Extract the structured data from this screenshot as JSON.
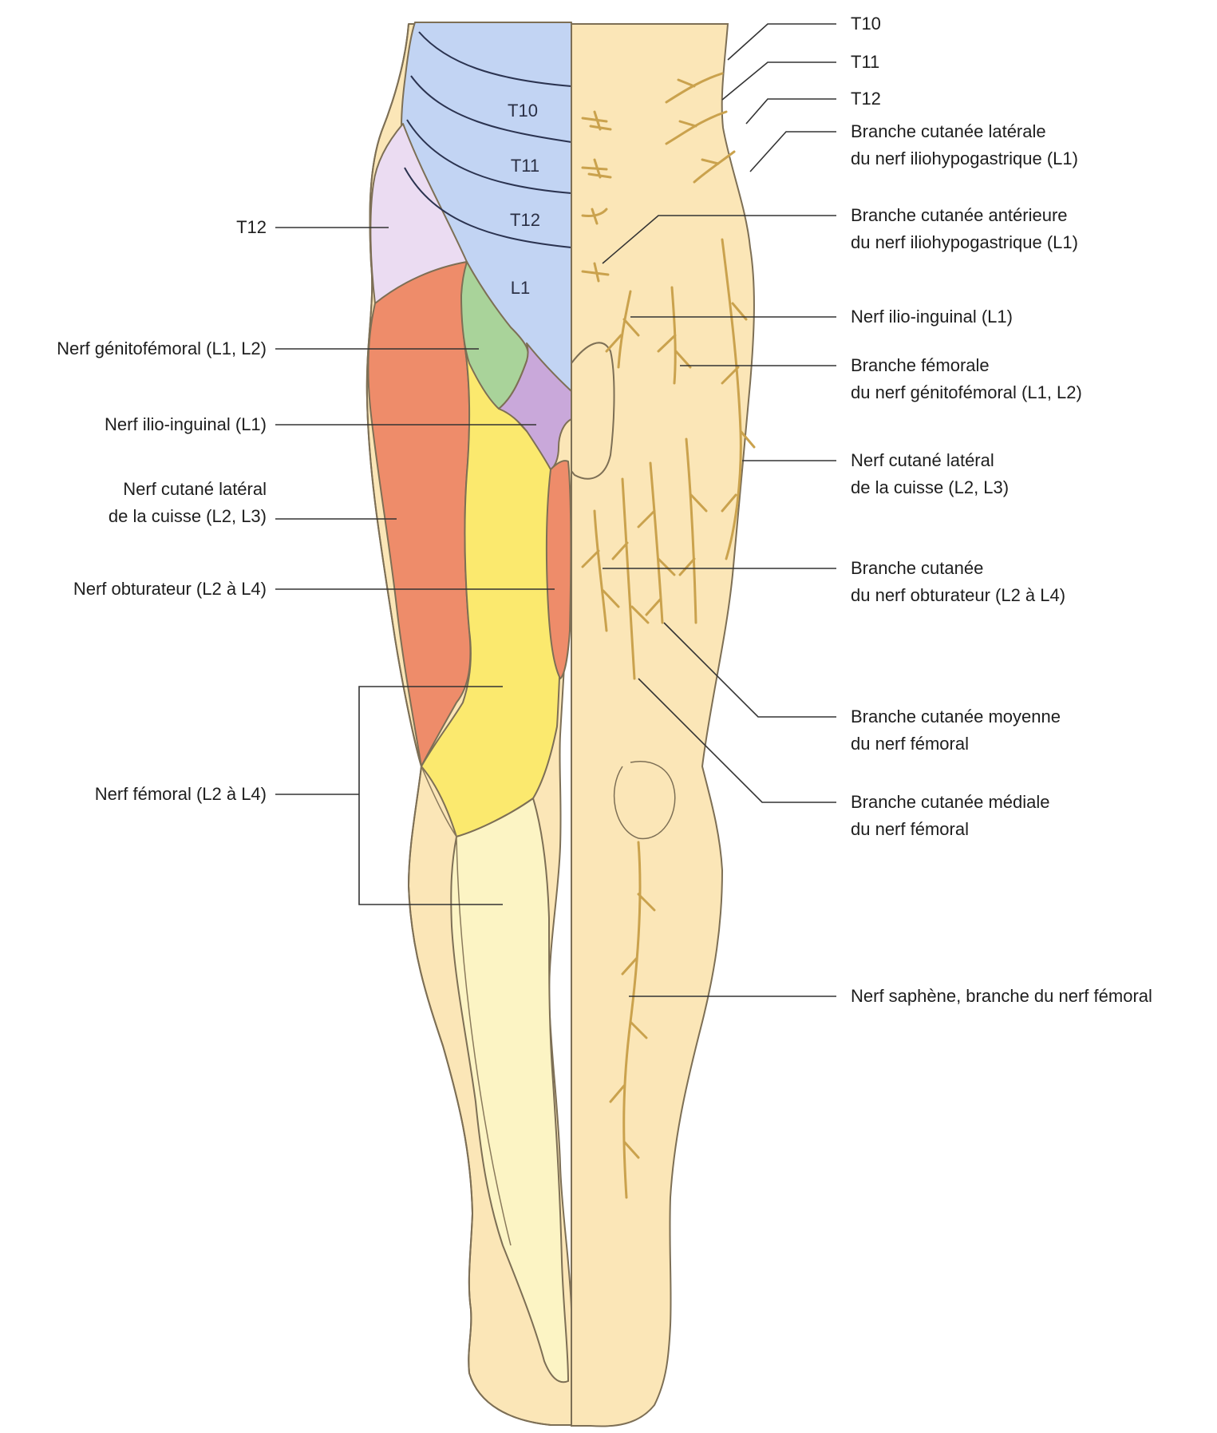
{
  "left_labels": {
    "t12": "T12",
    "genitofemoral": "Nerf génitofémoral (L1, L2)",
    "ilio_inguinal": "Nerf ilio-inguinal (L1)",
    "cutane_lateral_line1": "Nerf cutané latéral",
    "cutane_lateral_line2": "de la cuisse (L2, L3)",
    "obturateur": "Nerf obturateur (L2 à L4)",
    "femoral": "Nerf fémoral (L2 à L4)"
  },
  "zone_labels": {
    "t10": "T10",
    "t11": "T11",
    "t12": "T12",
    "l1": "L1"
  },
  "right_labels": {
    "t10": "T10",
    "t11": "T11",
    "t12": "T12",
    "iliohypo_lat_line1": "Branche cutanée latérale",
    "iliohypo_lat_line2": "du nerf iliohypogastrique (L1)",
    "iliohypo_ant_line1": "Branche cutanée antérieure",
    "iliohypo_ant_line2": "du nerf iliohypogastrique (L1)",
    "ilio_inguinal": "Nerf ilio-inguinal (L1)",
    "genito_fem_line1": "Branche fémorale",
    "genito_fem_line2": "du nerf génitofémoral (L1, L2)",
    "cutane_lat_line1": "Nerf cutané latéral",
    "cutane_lat_line2": "de la cuisse (L2, L3)",
    "obturateur_line1": "Branche cutanée",
    "obturateur_line2": "du nerf obturateur (L2 à L4)",
    "moyenne_line1": "Branche cutanée moyenne",
    "moyenne_line2": "du nerf fémoral",
    "mediale_line1": "Branche cutanée médiale",
    "mediale_line2": "du nerf fémoral",
    "saphene": "Nerf saphène, branche du nerf fémoral"
  },
  "colors": {
    "skin": "#fbe6b7",
    "skin_outline": "#8a7a5c",
    "dermatome_thoracic": "#c2d4f3",
    "iliohypogastric_t12": "#ebdcf2",
    "genitofemoral": "#a9d39a",
    "ilio_inguinal": "#c9a8da",
    "lateral_cutaneous": "#ee8c6a",
    "femoral": "#fbe96e",
    "saphenous": "#fcf4c4",
    "nerve": "#caa24d",
    "leader_line": "#333333"
  }
}
